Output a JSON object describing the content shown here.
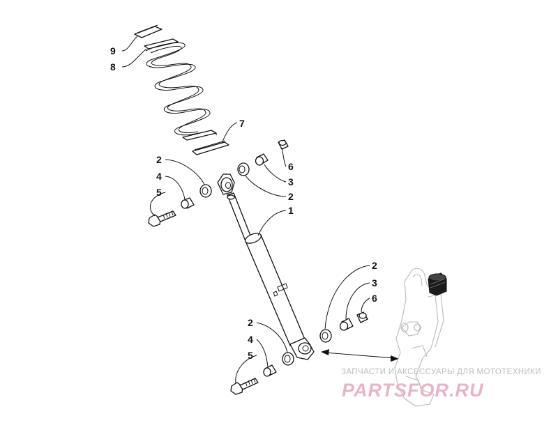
{
  "callouts": {
    "c9": "9",
    "c8": "8",
    "c7": "7",
    "c6_top": "6",
    "c3_top": "3",
    "c2_top_right": "2",
    "c2_top_left": "2",
    "c4_top": "4",
    "c5_top": "5",
    "c1": "1",
    "c2_bottom_right": "2",
    "c3_bottom": "3",
    "c6_bottom": "6",
    "c2_bottom_left": "2",
    "c4_bottom": "4",
    "c5_bottom": "5"
  },
  "watermark": {
    "tagline": "ЗАПЧАСТИ И АКСЕССУАРЫ ДЛЯ МОТОТЕХНИКИ",
    "logo": "PARTSFOR.RU",
    "logo_color": "#e8b4c8"
  }
}
